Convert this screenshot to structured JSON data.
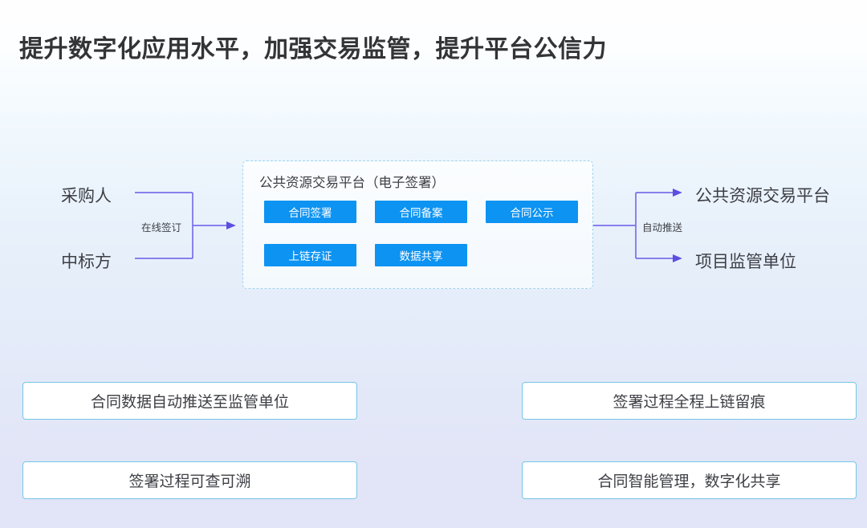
{
  "slide": {
    "title": "提升数字化应用水平，加强交易监管，提升平台公信力",
    "colors": {
      "title_text": "#333436",
      "chip_blue": "#0d93f2",
      "connector_purple": "#6c5ce8",
      "feature_border": "#74c7e8",
      "platform_border": "#9fd3ef",
      "background_top": "#fefeff",
      "background_bottom": "#e2e4f7"
    }
  },
  "flow": {
    "inputs": [
      {
        "label": "采购人"
      },
      {
        "label": "中标方"
      }
    ],
    "input_edge_label": "在线签订",
    "platform": {
      "title": "公共资源交易平台（电子签署）",
      "chips_row1": [
        {
          "label": "合同签署"
        },
        {
          "label": "合同备案"
        },
        {
          "label": "合同公示"
        }
      ],
      "chips_row2": [
        {
          "label": "上链存证"
        },
        {
          "label": "数据共享"
        }
      ]
    },
    "output_edge_label": "自动推送",
    "outputs": [
      {
        "label": "公共资源交易平台"
      },
      {
        "label": "项目监管单位"
      }
    ]
  },
  "features": [
    {
      "label": "合同数据自动推送至监管单位"
    },
    {
      "label": "签署过程全程上链留痕"
    },
    {
      "label": "签署过程可查可溯"
    },
    {
      "label": "合同智能管理，数字化共享"
    }
  ]
}
